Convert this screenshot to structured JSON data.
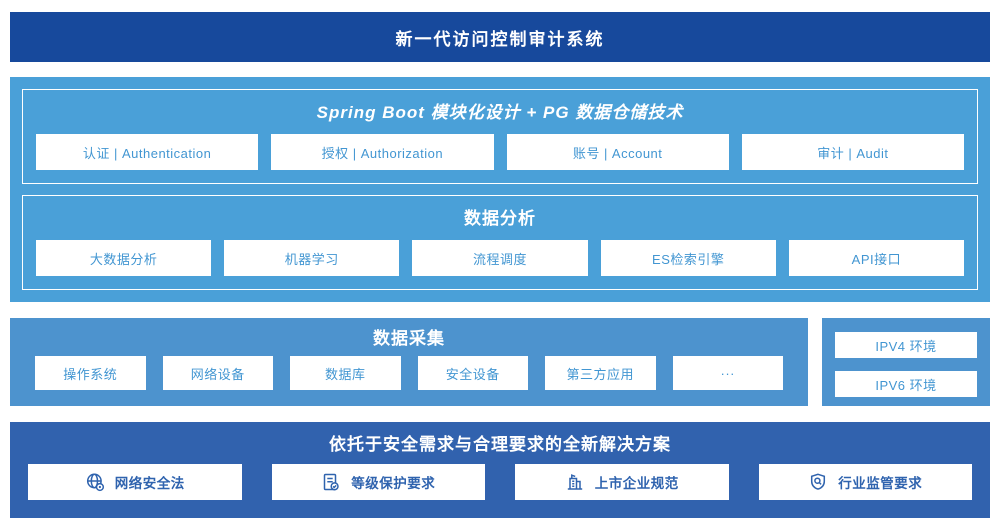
{
  "title": "新一代访问控制审计系统",
  "platform": {
    "architecture": {
      "title": "Spring Boot 模块化设计 + PG 数据仓储技术",
      "items": [
        "认证 | Authentication",
        "授权 | Authorization",
        "账号 | Account",
        "审计 | Audit"
      ]
    },
    "analysis": {
      "title": "数据分析",
      "items": [
        "大数据分析",
        "机器学习",
        "流程调度",
        "ES检索引擎",
        "API接口"
      ]
    }
  },
  "collection": {
    "title": "数据采集",
    "items": [
      "操作系统",
      "网络设备",
      "数据库",
      "安全设备",
      "第三方应用",
      "···"
    ],
    "environments": [
      "IPV4 环境",
      "IPV6 环境"
    ]
  },
  "solution": {
    "title": "依托于安全需求与合理要求的全新解决方案",
    "items": [
      {
        "icon": "globe-icon",
        "label": "网络安全法"
      },
      {
        "icon": "document-check-icon",
        "label": "等级保护要求"
      },
      {
        "icon": "building-icon",
        "label": "上市企业规范"
      },
      {
        "icon": "shield-search-icon",
        "label": "行业监管要求"
      }
    ]
  },
  "colors": {
    "banner_bg": "#17499C",
    "platform_bg": "#4AA0D8",
    "collection_bg": "#4D93CE",
    "solution_bg": "#3162AE",
    "box_text": "#4296D2",
    "solution_text": "#2F63AE",
    "border": "#FFFFFF"
  }
}
